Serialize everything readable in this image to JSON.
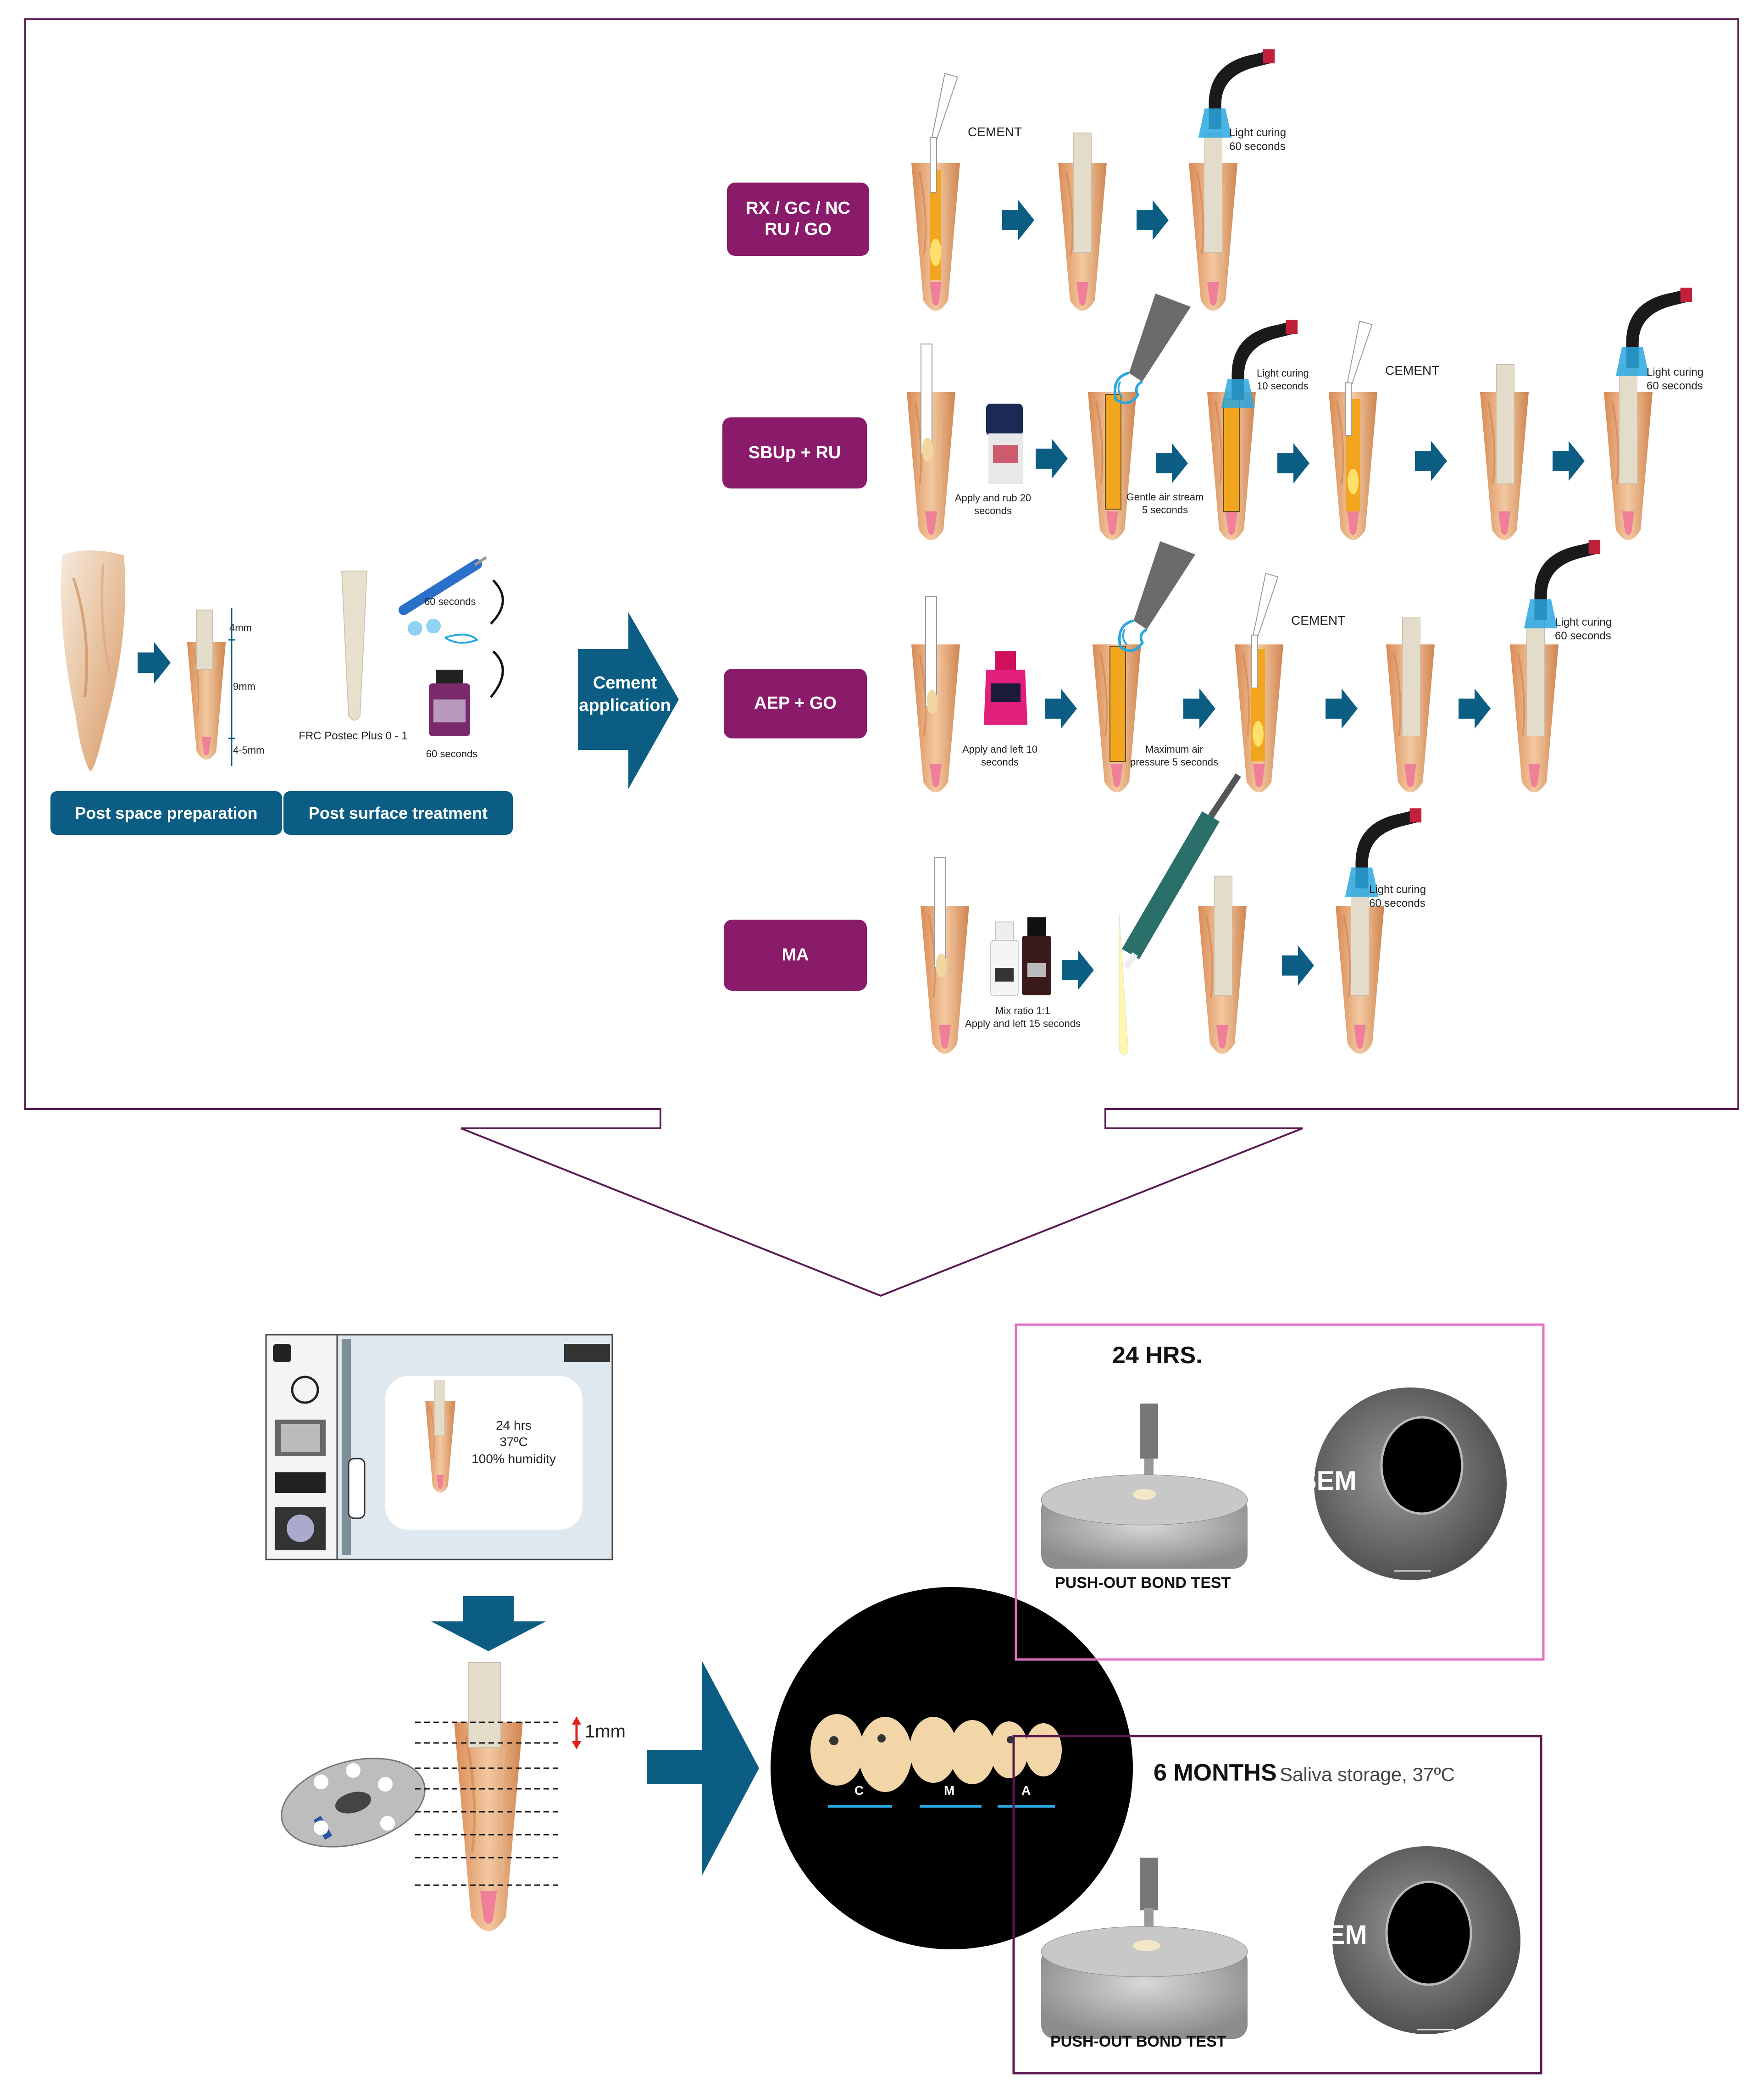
{
  "colors": {
    "accent_purple": "#8a1a6a",
    "accent_teal": "#0b5d83",
    "frame_purple": "#5a1a50",
    "frame_pink": "#e070c0",
    "cement_orange": "#f2a51e",
    "light_blue": "#2aa7e0"
  },
  "preparation": {
    "post_space_label": "Post space preparation",
    "post_surface_label": "Post surface treatment",
    "dim_top": "4mm",
    "dim_mid": "9mm",
    "dim_bottom": "4-5mm",
    "post_name": "FRC Postec Plus 0 - 1",
    "silane_time": "60 seconds",
    "bottle_time": "60 seconds"
  },
  "cement_application": "Cement\napplication",
  "groups": {
    "g1": "RX /  GC /  NC\nRU  / GO",
    "g2": "SBUp + RU",
    "g3": "AEP + GO",
    "g4": "MA"
  },
  "steps": {
    "row1_cement": "CEMENT",
    "row1_light": "Light curing\n60 seconds",
    "row2_apply": "Apply and rub 20\nseconds",
    "row2_air": "Gentle air stream\n5 seconds",
    "row2_light1": "Light curing\n10 seconds",
    "row2_cement": "CEMENT",
    "row2_light2": "Light curing\n60 seconds",
    "row3_apply": "Apply and left  10\nseconds",
    "row3_air": "Maximum air\npressure 5 seconds",
    "row3_cement": "CEMENT",
    "row3_light": "Light curing\n60 seconds",
    "row4_mix": "Mix ratio 1:1\nApply and left 15 seconds",
    "row4_light": "Light curing\n60 seconds"
  },
  "storage": {
    "text": "24 hrs\n37ºC\n100% humidity"
  },
  "sectioning": {
    "slice": "1mm",
    "seg_c": "C",
    "seg_m": "M",
    "seg_a": "A"
  },
  "test24": {
    "title": "24 HRS.",
    "test": "PUSH-OUT BOND TEST",
    "sem": "SEM"
  },
  "test6m": {
    "title": "6 MONTHS",
    "subtitle": "Saliva storage, 37ºC",
    "test": "PUSH-OUT BOND TEST",
    "sem": "SEM"
  }
}
